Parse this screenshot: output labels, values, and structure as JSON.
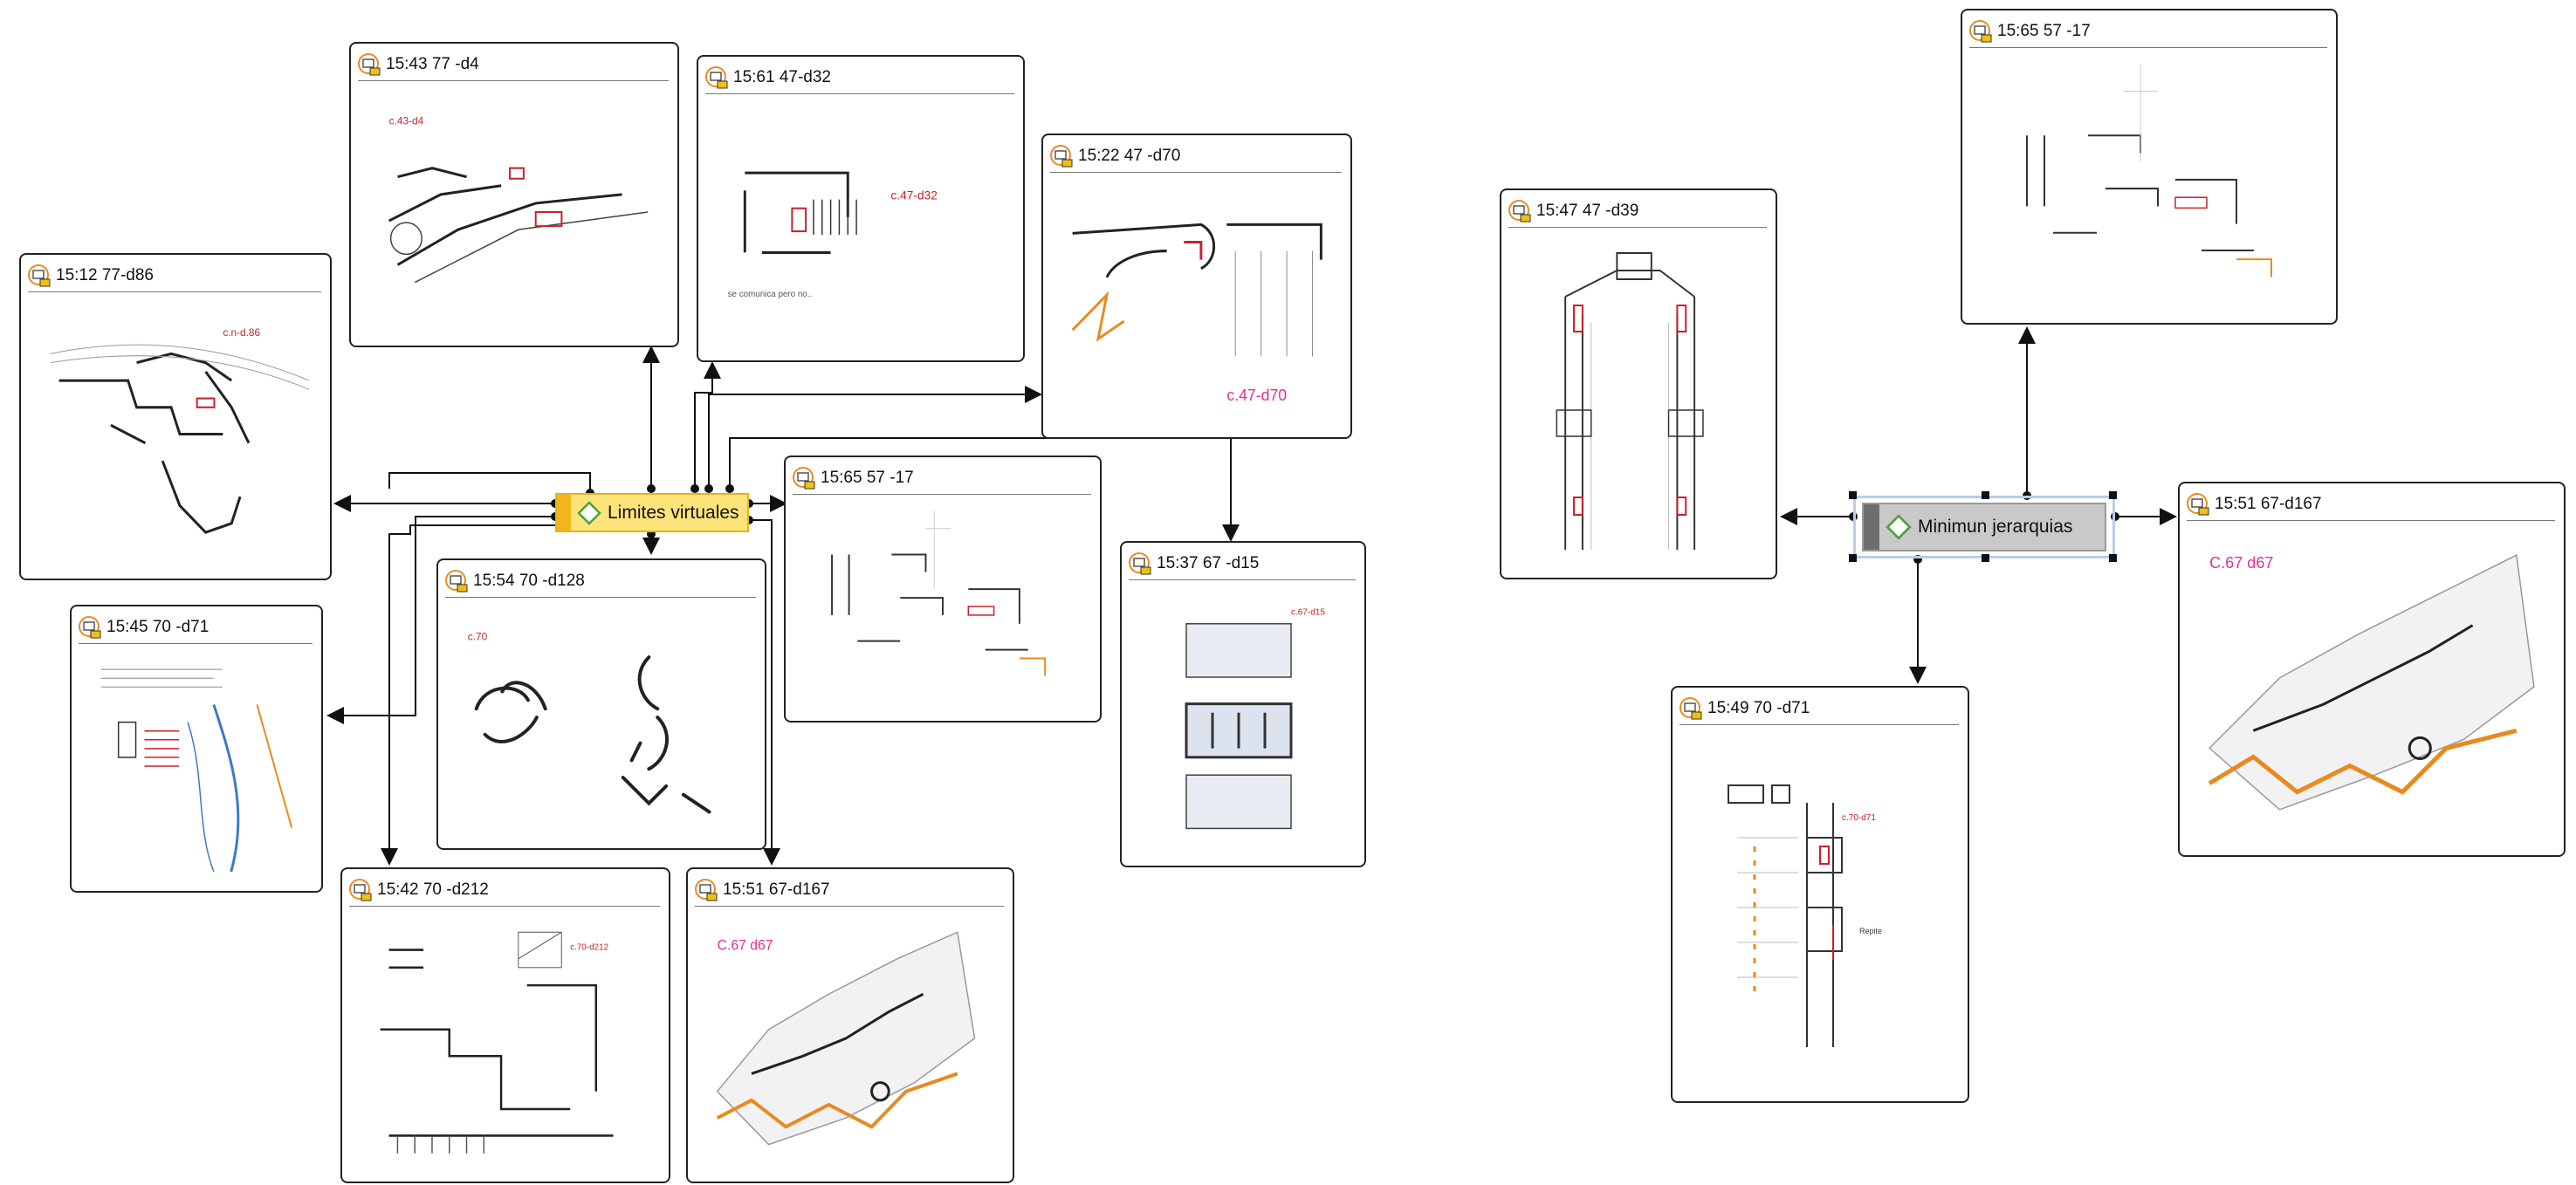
{
  "hubs": {
    "left": {
      "label": "Limites virtuales",
      "fill": "#fde37a",
      "accent": "#f2b51c",
      "icon": "diamond-icon"
    },
    "right": {
      "label": "Minimun jerarquias",
      "fill": "#c9c9c9",
      "accent": "#6e6e6e",
      "selection": "#b8cde8",
      "icon": "diamond-icon"
    }
  },
  "cards": [
    {
      "id": "d86",
      "title": "15:12 77-d86"
    },
    {
      "id": "d4",
      "title": "15:43 77 -d4"
    },
    {
      "id": "d32",
      "title": "15:61 47-d32"
    },
    {
      "id": "d70",
      "title": "15:22 47 -d70"
    },
    {
      "id": "d71a",
      "title": "15:45 70 -d71"
    },
    {
      "id": "d128",
      "title": "15:54 70 -d128"
    },
    {
      "id": "s17a",
      "title": "15:65 57 -17"
    },
    {
      "id": "d15",
      "title": "15:37 67 -d15"
    },
    {
      "id": "d212",
      "title": "15:42 70 -d212"
    },
    {
      "id": "d167a",
      "title": "15:51 67-d167"
    },
    {
      "id": "s17b",
      "title": "15:65 57 -17"
    },
    {
      "id": "d39",
      "title": "15:47 47 -d39"
    },
    {
      "id": "d167b",
      "title": "15:51 67-d167"
    },
    {
      "id": "d71b",
      "title": "15:49 70 -d71"
    }
  ],
  "colors": {
    "wire": "#111111",
    "card_border": "#222222",
    "sketch_red": "#c8202a",
    "sketch_pink": "#e0309a",
    "sketch_orange": "#e88a20",
    "sketch_blue": "#3a7ac8"
  },
  "icons": {
    "card": "document-icon",
    "hub": "diamond-icon"
  }
}
